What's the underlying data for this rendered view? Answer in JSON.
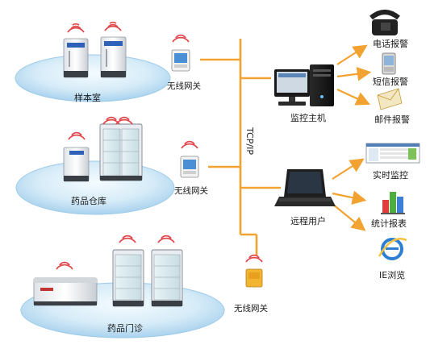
{
  "colors": {
    "bus": "#f2a230",
    "arrow": "#f2a230",
    "wifi": "#e0464a",
    "platform_top": "#cfe7f6",
    "platform_edge": "#9ecbe8"
  },
  "zones": [
    {
      "label": "样本室",
      "icon": "ultra-low-freezer-pair"
    },
    {
      "label": "药品仓库",
      "icon": "fridge-and-display-cabinet"
    },
    {
      "label": "药品门诊",
      "icon": "chest-freezer-and-cabinets"
    }
  ],
  "gateways": [
    {
      "label": "无线网关"
    },
    {
      "label": "无线网关"
    },
    {
      "label": "无线网关"
    }
  ],
  "bus": {
    "label": "TCP/IP"
  },
  "terminals": [
    {
      "label": "监控主机",
      "icon": "desktop-pc-icon"
    },
    {
      "label": "远程用户",
      "icon": "laptop-icon"
    }
  ],
  "host_outputs": [
    {
      "label": "电话报警",
      "icon": "telephone-icon"
    },
    {
      "label": "短信报警",
      "icon": "mobile-phone-icon"
    },
    {
      "label": "邮件报警",
      "icon": "email-icon"
    }
  ],
  "remote_outputs": [
    {
      "label": "实时监控",
      "icon": "monitor-screen-icon"
    },
    {
      "label": "统计报表",
      "icon": "bar-chart-icon"
    },
    {
      "label": "IE浏览",
      "icon": "ie-browser-icon"
    }
  ]
}
